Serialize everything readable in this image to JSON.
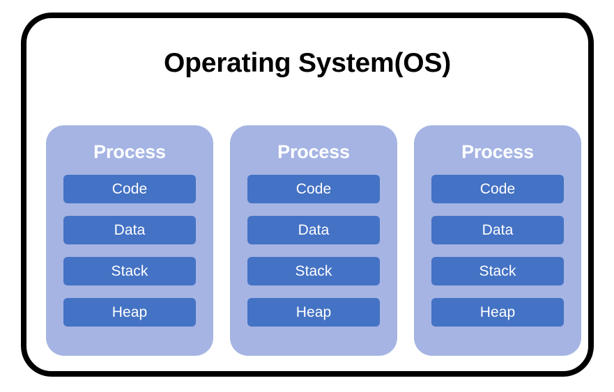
{
  "diagram": {
    "title": "Operating System(OS)",
    "colors": {
      "outer_border": "#000000",
      "background": "#ffffff",
      "process_card": "#a5b4e3",
      "segment_box": "#4472c4",
      "title_text": "#000000",
      "card_text": "#ffffff"
    },
    "processes": [
      {
        "title": "Process",
        "segments": [
          {
            "label": "Code"
          },
          {
            "label": "Data"
          },
          {
            "label": "Stack"
          },
          {
            "label": "Heap"
          }
        ]
      },
      {
        "title": "Process",
        "segments": [
          {
            "label": "Code"
          },
          {
            "label": "Data"
          },
          {
            "label": "Stack"
          },
          {
            "label": "Heap"
          }
        ]
      },
      {
        "title": "Process",
        "segments": [
          {
            "label": "Code"
          },
          {
            "label": "Data"
          },
          {
            "label": "Stack"
          },
          {
            "label": "Heap"
          }
        ]
      }
    ]
  }
}
